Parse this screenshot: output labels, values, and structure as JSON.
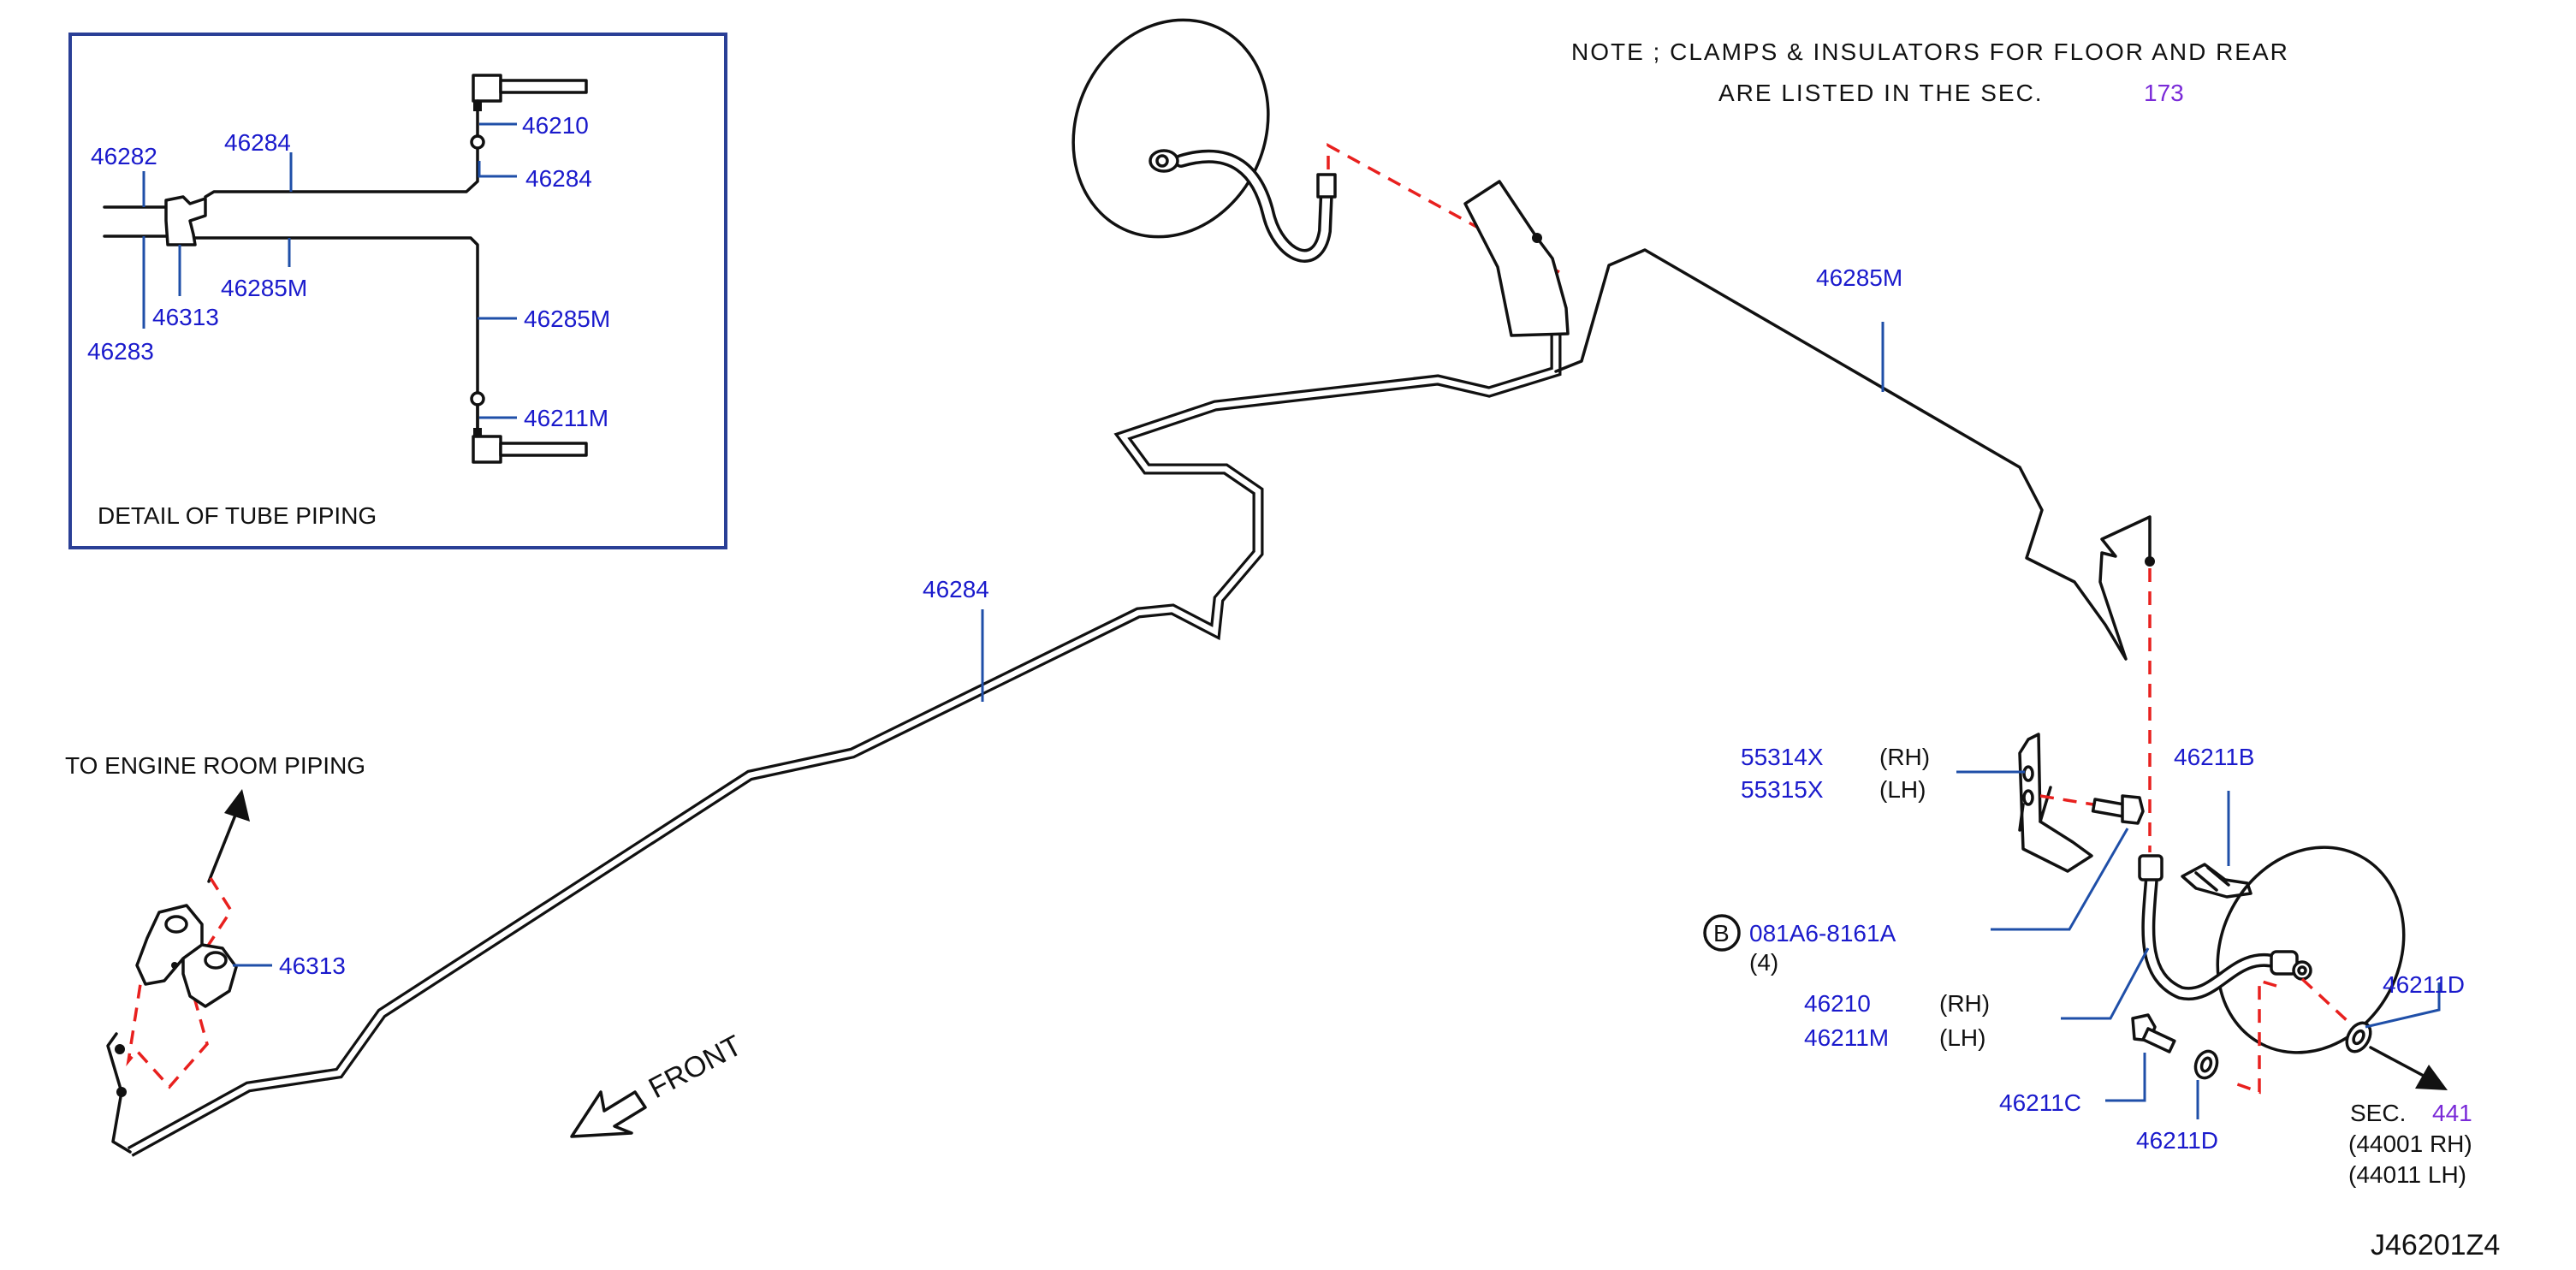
{
  "note": {
    "line1": "NOTE  ;  CLAMPS  &  INSULATORS  FOR  FLOOR  AND  REAR",
    "line2": "ARE  LISTED  IN  THE  SEC.",
    "sec_number": "173"
  },
  "detail": {
    "title": "DETAIL  OF  TUBE  PIPING",
    "labels": {
      "l46282": "46282",
      "l46284_top": "46284",
      "l46210": "46210",
      "l46284_right": "46284",
      "l46313": "46313",
      "l46285m_mid": "46285M",
      "l46283": "46283",
      "l46285m_right": "46285M",
      "l46211m": "46211M"
    }
  },
  "main": {
    "engine_room": "TO  ENGINE  ROOM  PIPING",
    "l46313": "46313",
    "l46284": "46284",
    "l46285m": "46285M",
    "front": "FRONT",
    "l55314x": "55314X",
    "rh1": "(RH)",
    "l55315x": "55315X",
    "lh1": "(LH)",
    "l46211b": "46211B",
    "bolt_circle": "B",
    "bolt_code": "081A6-8161A",
    "bolt_qty": "(4)",
    "l46210": "46210",
    "rh2": "(RH)",
    "l46211m": "46211M",
    "lh2": "(LH)",
    "l46211d_right": "46211D",
    "l46211c": "46211C",
    "l46211d_bottom": "46211D",
    "sec_label": "SEC.",
    "sec_number": "441",
    "sec_rh": "(44001   RH)",
    "sec_lh": "(44011   LH)",
    "diagram_code": "J46201Z4"
  },
  "colors": {
    "label_blue": "#1a1acc",
    "leader_blue": "#1f4fa8",
    "dash_red": "#e8201e",
    "sec_purple": "#7a2ad8",
    "box_blue": "#2a3f96"
  }
}
